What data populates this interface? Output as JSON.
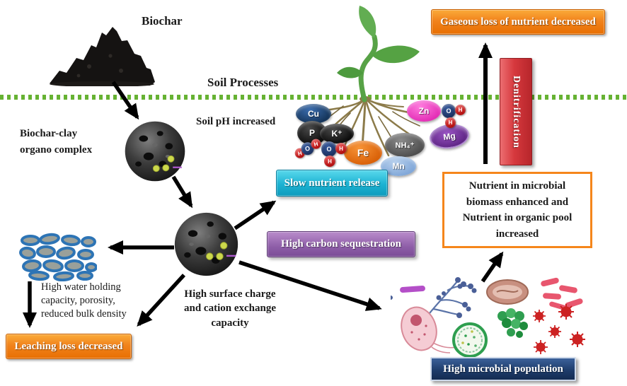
{
  "figure": {
    "labels": {
      "biochar": "Biochar",
      "soil_processes": "Soil Processes",
      "soil_ph": "Soil pH increased",
      "biochar_clay_complex": "Biochar-clay organo complex",
      "water_holding": "High water holding capacity, porosity, reduced bulk density",
      "surface_charge": "High surface charge and cation exchange capacity"
    },
    "boxes": {
      "gaseous_loss": {
        "label": "Gaseous loss of nutrient decreased",
        "fill": "#f0810f"
      },
      "denitrification": {
        "label": "Denitrification",
        "fill": "#d23437"
      },
      "slow_nutrient_release": {
        "label": "Slow nutrient release",
        "fill": "#18b0d0"
      },
      "high_carbon_sequestration": {
        "label": "High carbon sequestration",
        "fill": "#9166ab"
      },
      "nutrient_biomass": {
        "label": "Nutrient in microbial biomass enhanced and Nutrient in organic pool increased",
        "border": "#f5861b"
      },
      "leaching_loss": {
        "label": "Leaching loss decreased",
        "fill": "#f0810f"
      },
      "high_microbial_population": {
        "label": "High microbial population",
        "fill": "#1c3a68"
      }
    },
    "nutrients": [
      {
        "label": "Cu",
        "color": "#16365c"
      },
      {
        "label": "P",
        "color": "#101010"
      },
      {
        "label": "K⁺",
        "color": "#101010"
      },
      {
        "label": "Zn",
        "color": "#e22bb4"
      },
      {
        "label": "Mg",
        "color": "#6a2c91"
      },
      {
        "label": "Fe",
        "color": "#d85f06"
      },
      {
        "label": "NH₄⁺",
        "color": "#575757"
      },
      {
        "label": "Mn",
        "color": "#8fb3e0"
      }
    ],
    "molecule": {
      "o": "O",
      "h": "H"
    },
    "soil_line_color": "#66b233"
  }
}
